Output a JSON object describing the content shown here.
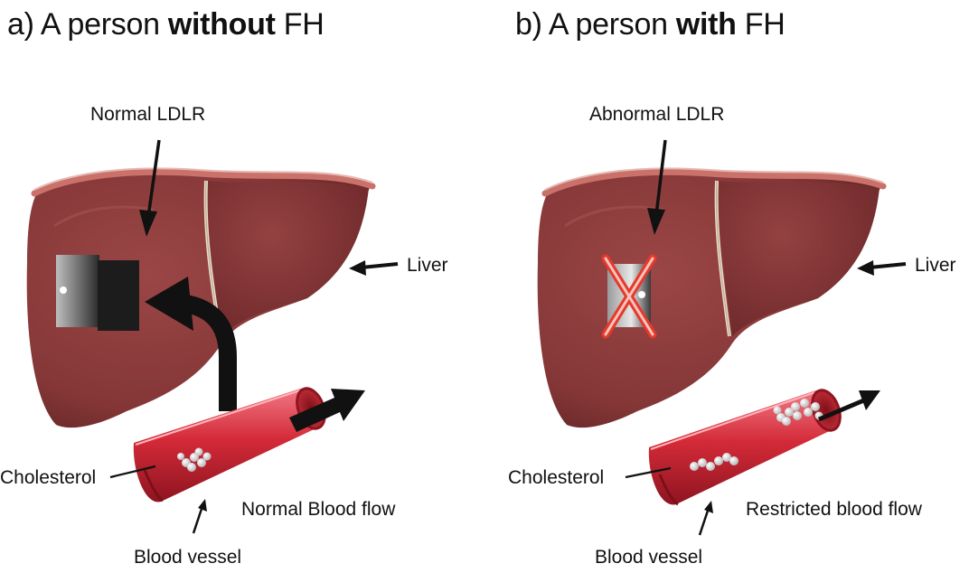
{
  "panel_a": {
    "title_pre": "a) A person ",
    "title_bold": "without",
    "title_post": " FH",
    "ldlr_label": "Normal LDLR",
    "liver_label": "Liver",
    "cholesterol_label": "Cholesterol",
    "flow_label": "Normal Blood flow",
    "vessel_label": "Blood vessel"
  },
  "panel_b": {
    "title_pre": "b) A person ",
    "title_bold": "with",
    "title_post": " FH",
    "ldlr_label": "Abnormal LDLR",
    "liver_label": "Liver",
    "cholesterol_label": "Cholesterol",
    "flow_label": "Restricted blood flow",
    "vessel_label": "Blood vessel"
  },
  "colors": {
    "liver": "#8a3a3a",
    "liver_dark": "#6e2a2c",
    "liver_edge": "#c9716a",
    "vessel": "#d42a38",
    "vessel_dark": "#8e1420",
    "arrow": "#111111",
    "cross": "#e53a2c"
  }
}
